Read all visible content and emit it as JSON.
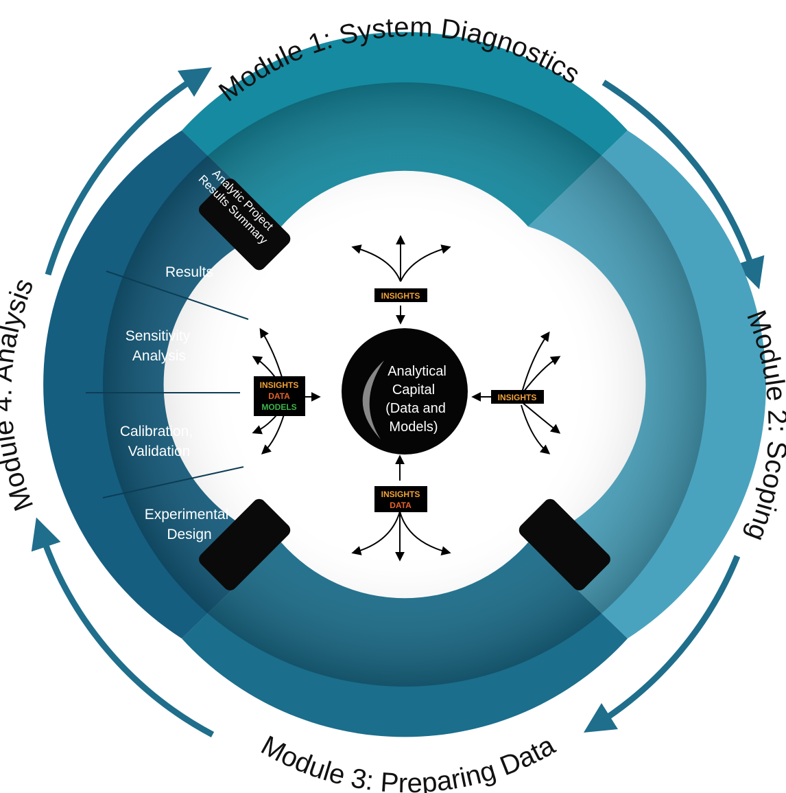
{
  "modules": {
    "m1": "Module 1: System Diagnostics",
    "m2": "Module 2: Scoping",
    "m3": "Module 3: Preparing Data",
    "m4": "Module 4: Analysis"
  },
  "analysis_steps": [
    "Results",
    "Sensitivity",
    "Analysis",
    "Calibration,",
    "Validation",
    "Experimental",
    "Design"
  ],
  "strap_label": [
    "Analytic Project",
    "Results Summary"
  ],
  "core": [
    "Analytical",
    "Capital",
    "(Data and",
    "Models)"
  ],
  "tags": {
    "insights": "INSIGHTS",
    "data": "DATA",
    "models": "MODELS"
  },
  "colors": {
    "ring_top": "#168aa0",
    "ring_right": "#4aa3be",
    "ring_bottom": "#1b6e8c",
    "ring_left": "#155e80",
    "strap": "#0a0a0a",
    "insights": "#f2a23a",
    "data": "#e8622b",
    "models": "#3db54a",
    "arrow": "#1f6e8c"
  }
}
